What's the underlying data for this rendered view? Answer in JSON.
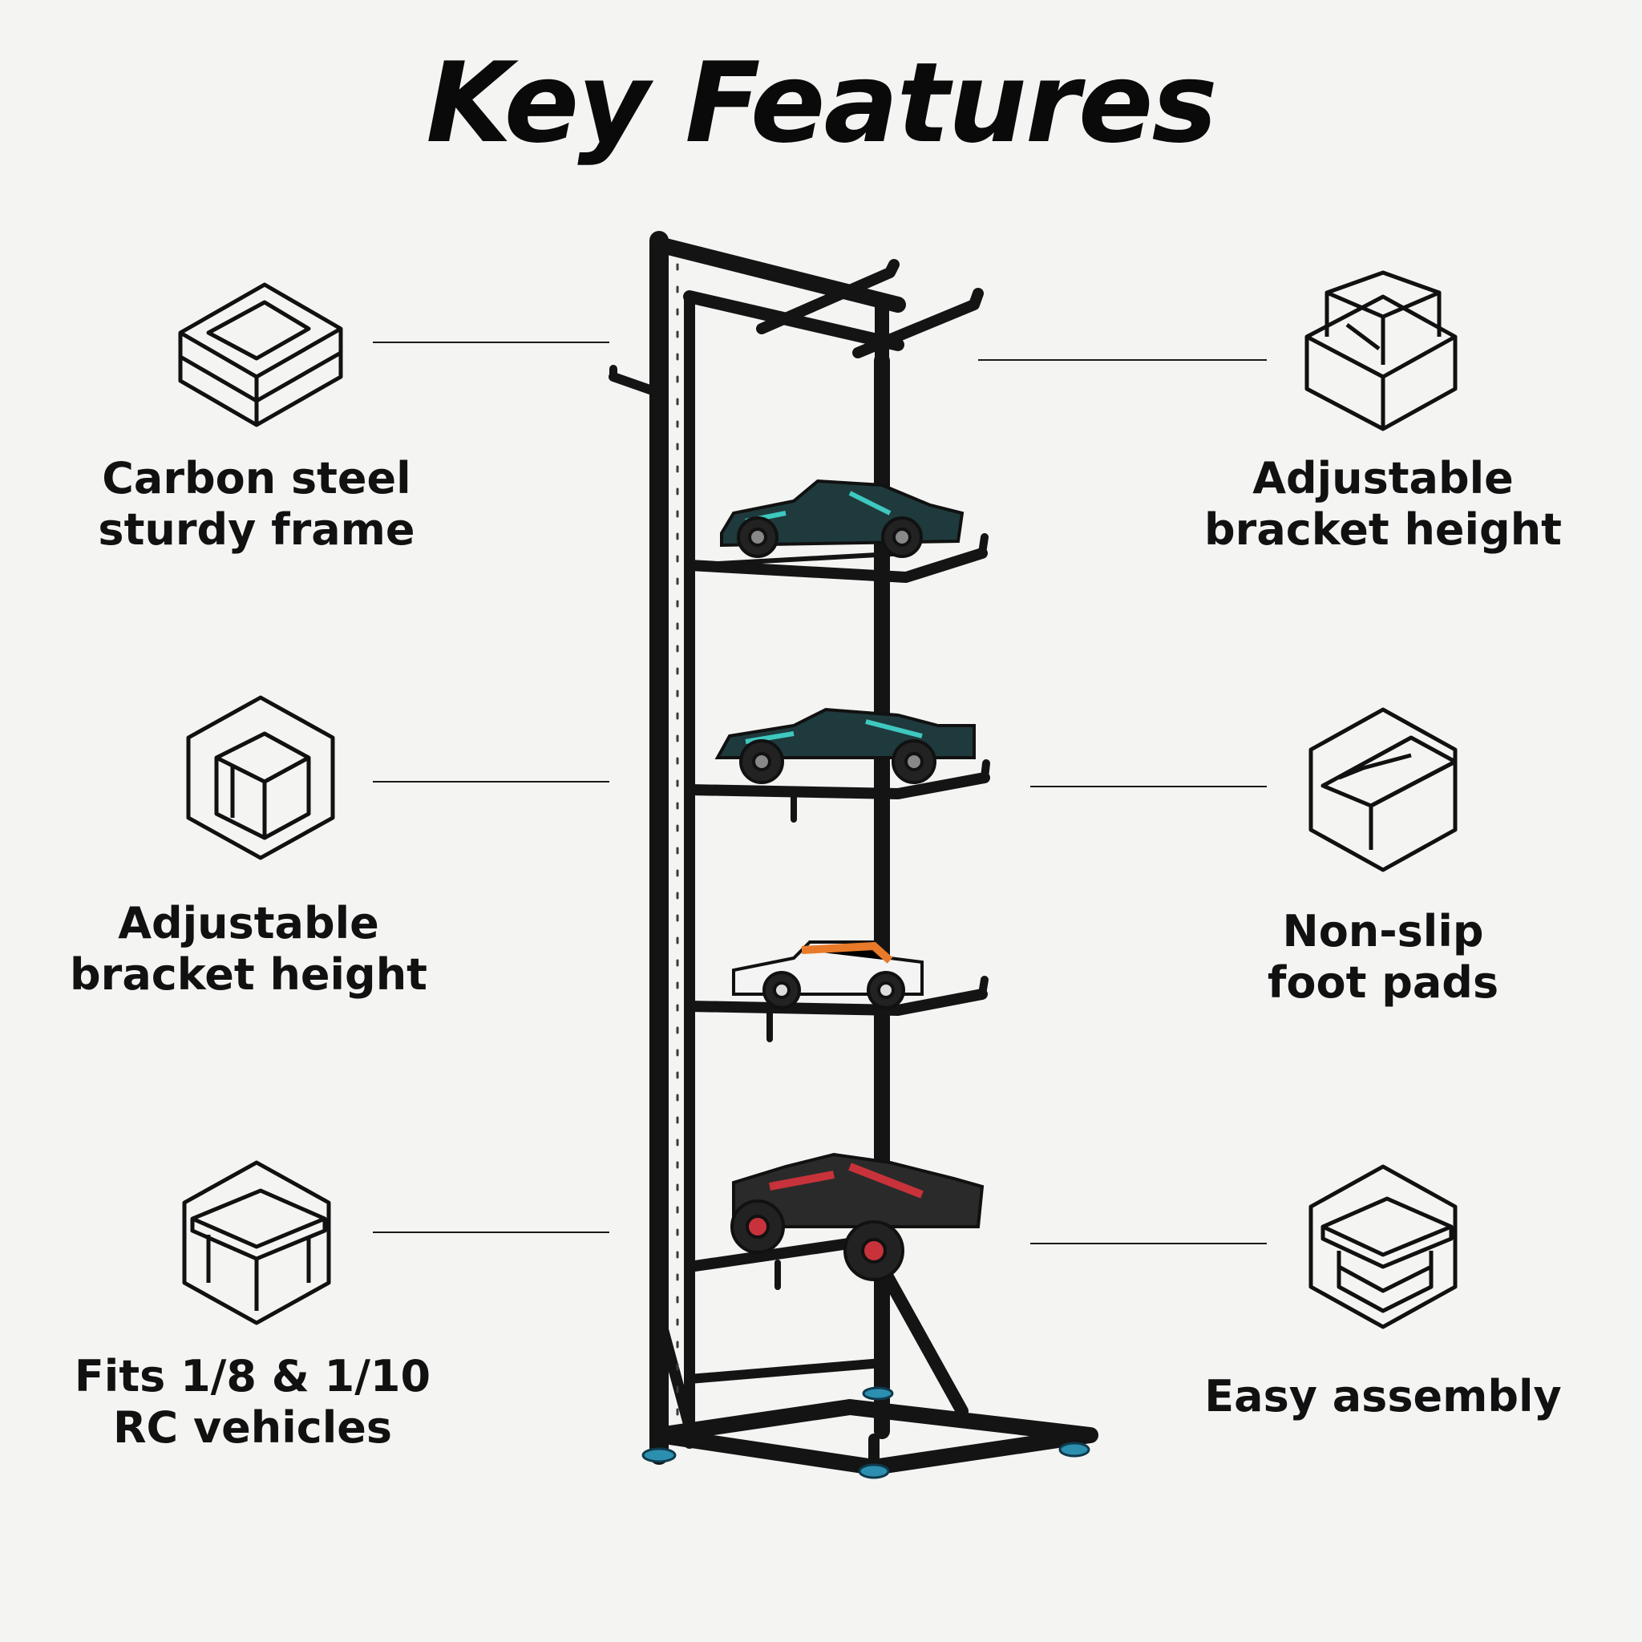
{
  "title": "Key Features",
  "features": {
    "left": [
      {
        "label_line1": "Carbon steel",
        "label_line2": "sturdy frame",
        "icon": "open-box-icon"
      },
      {
        "label_line1": "Adjustable",
        "label_line2": "bracket height",
        "icon": "hexagon-cube-icon"
      },
      {
        "label_line1": "Fits 1/8 & 1/10",
        "label_line2": "RC vehicles",
        "icon": "table-cube-icon"
      }
    ],
    "right": [
      {
        "label_line1": "Adjustable",
        "label_line2": "bracket height",
        "icon": "stacked-box-icon"
      },
      {
        "label_line1": "Non-slip",
        "label_line2": "foot pads",
        "icon": "hexagon-pad-icon"
      },
      {
        "label_line1": "Easy assembly",
        "label_line2": "",
        "icon": "hexagon-stack-icon"
      }
    ]
  },
  "colors": {
    "background": "#f4f4f2",
    "ink": "#111111",
    "frame": "#141414",
    "foot_pad": "#2d8fb0"
  }
}
